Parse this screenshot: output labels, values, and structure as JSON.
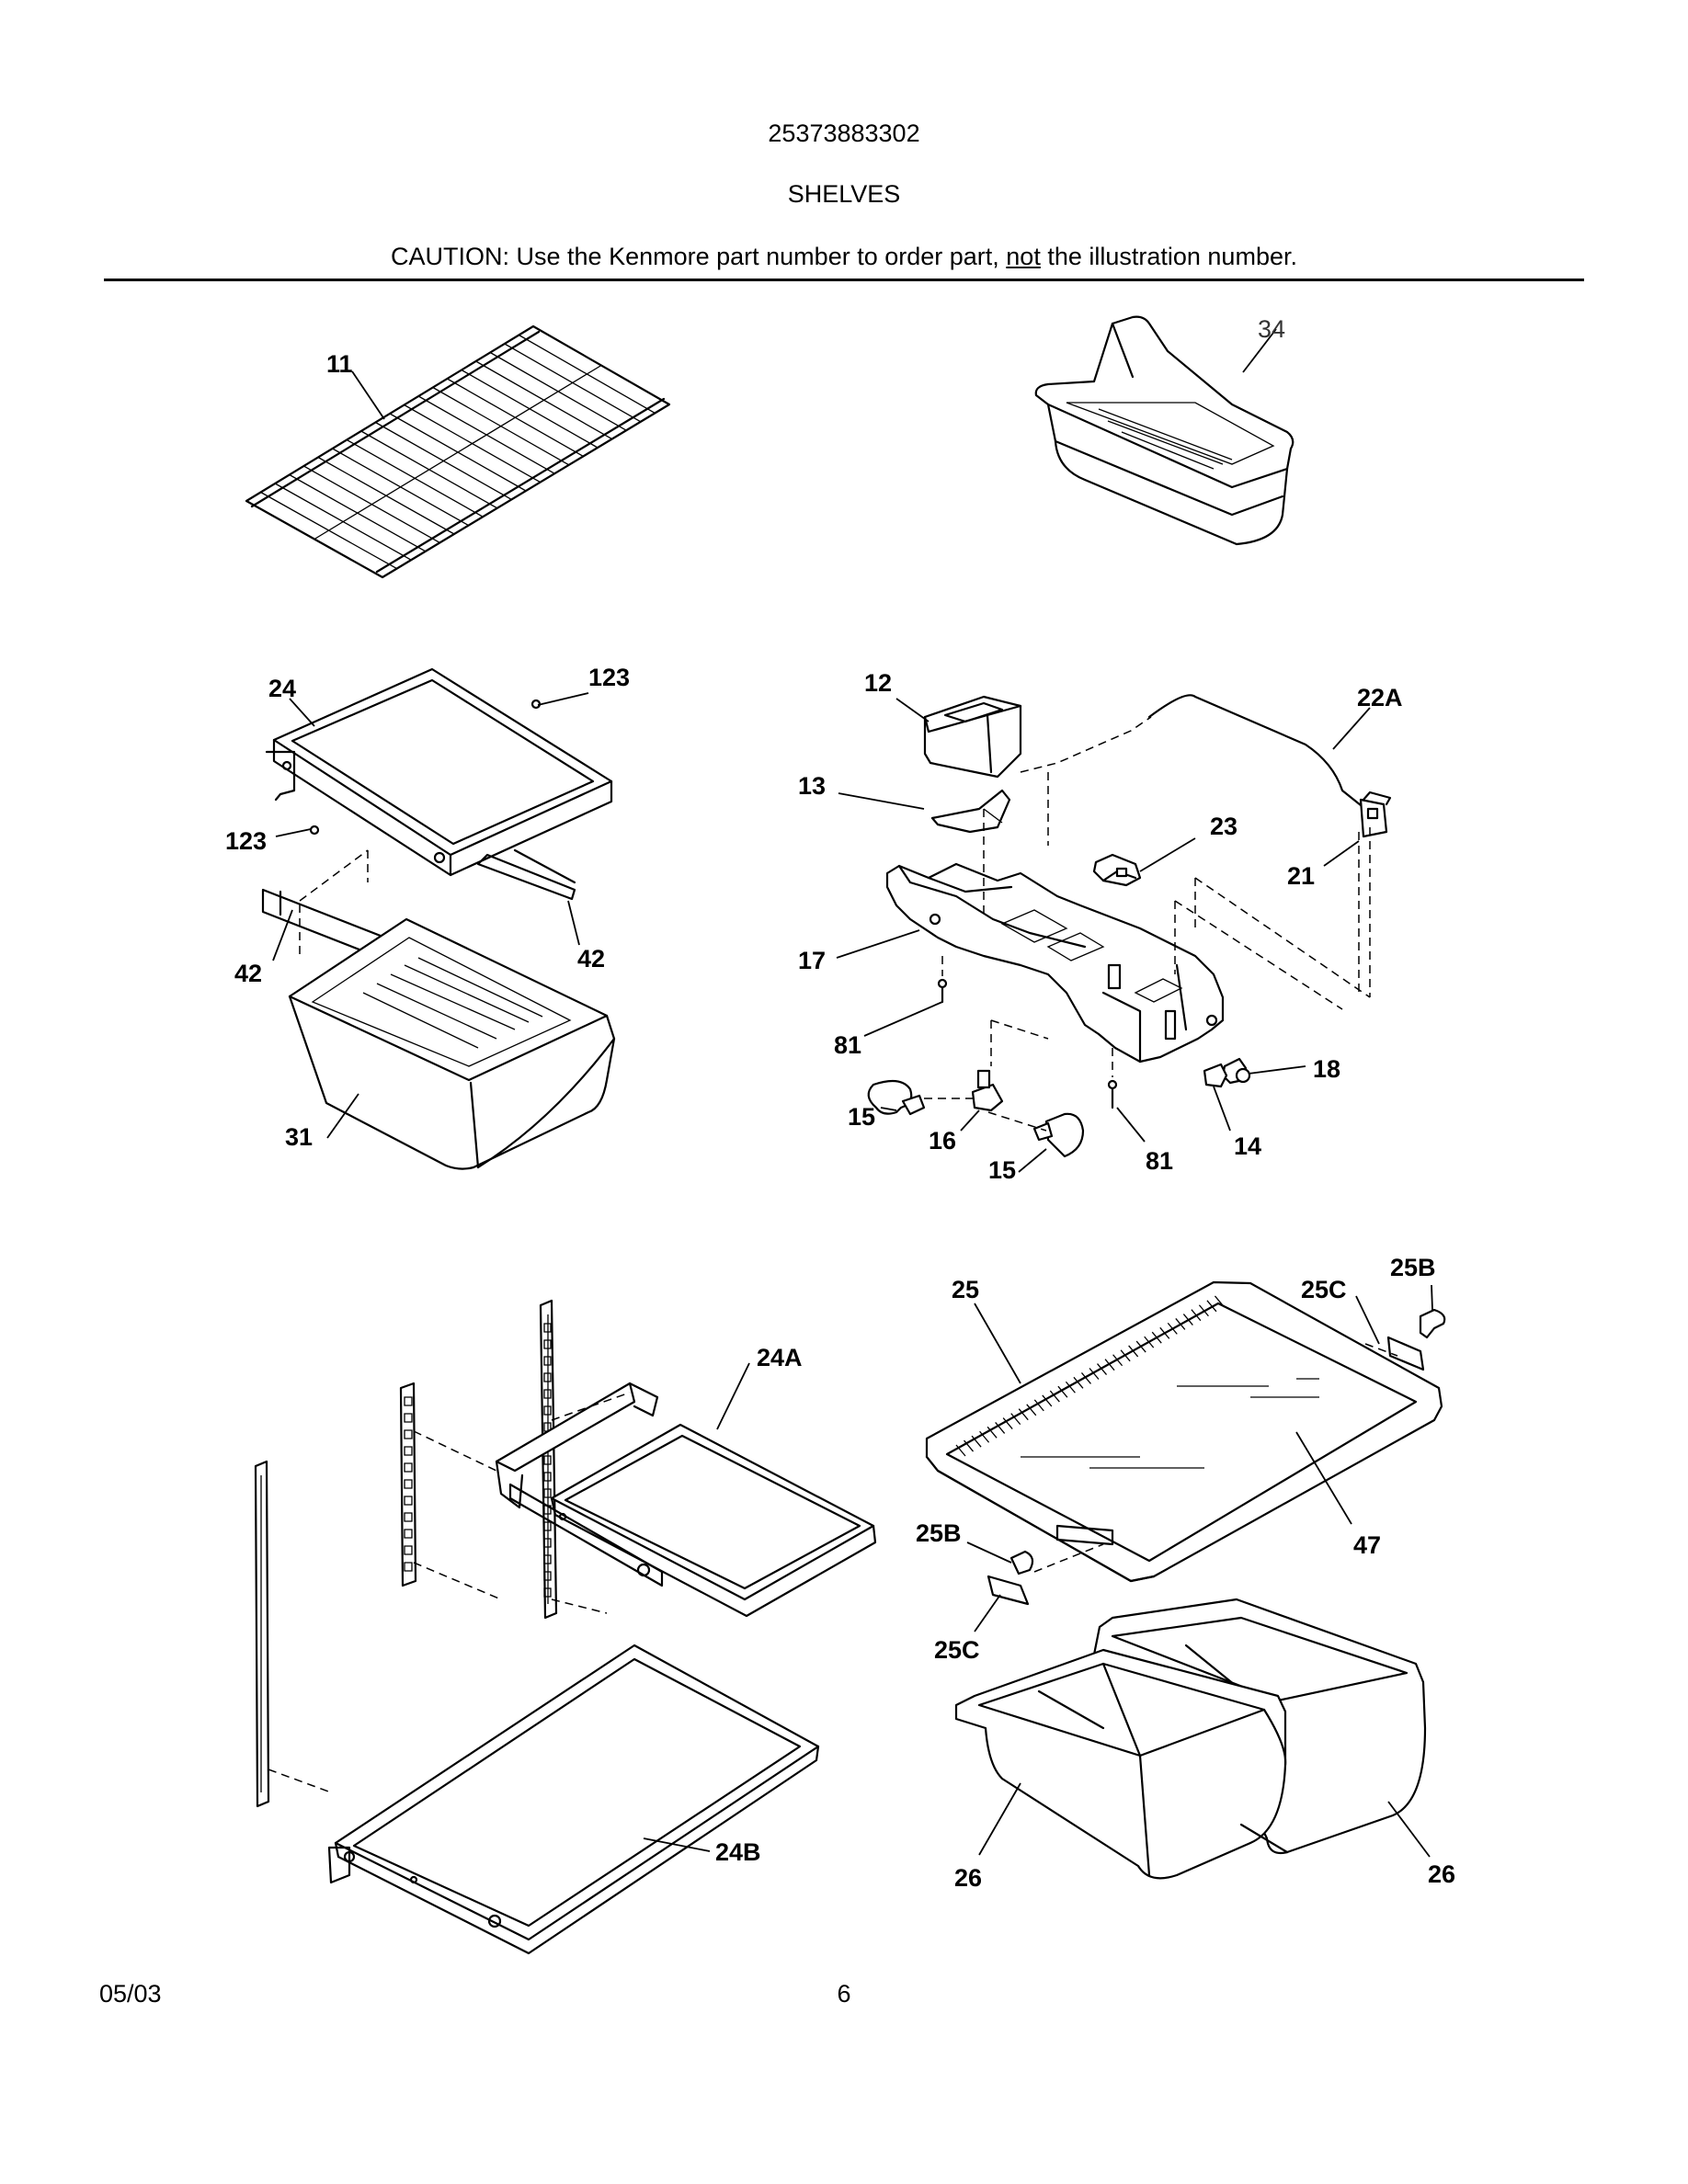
{
  "header": {
    "model_number": "25373883302",
    "section_title": "SHELVES",
    "caution_prefix": "CAUTION: Use the Kenmore part number to order part, ",
    "caution_emphasis": "not",
    "caution_suffix": " the illustration number."
  },
  "callouts": {
    "c11": "11",
    "c34": "34",
    "c24": "24",
    "c123a": "123",
    "c123b": "123",
    "c42a": "42",
    "c42b": "42",
    "c31": "31",
    "c12": "12",
    "c22A": "22A",
    "c13": "13",
    "c23": "23",
    "c21": "21",
    "c17": "17",
    "c81a": "81",
    "c81b": "81",
    "c18": "18",
    "c15a": "15",
    "c15b": "15",
    "c16": "16",
    "c14": "14",
    "c24A": "24A",
    "c25": "25",
    "c25C_top": "25C",
    "c25B_top": "25B",
    "c25B_left": "25B",
    "c25C_left": "25C",
    "c47": "47",
    "c24B": "24B",
    "c26a": "26",
    "c26b": "26"
  },
  "footer": {
    "date": "05/03",
    "page_number": "6"
  }
}
